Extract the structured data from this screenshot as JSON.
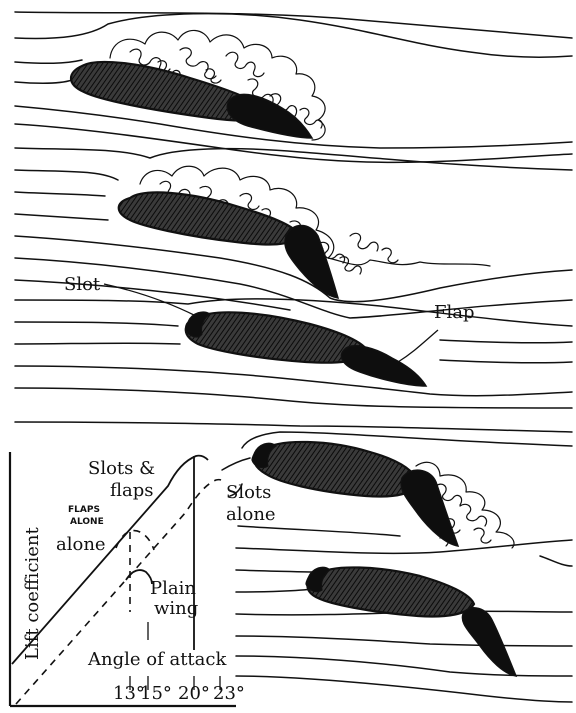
{
  "labels": {
    "slot": "Slot",
    "flap": "Flap",
    "slots_and_flaps_1": "Slots &",
    "slots_and_flaps_2": "flaps",
    "slots_alone_1": "Slots",
    "slots_alone_2": "alone",
    "flaps_alone_1": "FLAPS",
    "flaps_alone_2": "ALONE",
    "flaps_alone_3": "alone",
    "plain_wing_1": "Plain",
    "plain_wing_2": "wing",
    "ylabel": "Lift coefficient",
    "xlabel": "Angle of attack"
  },
  "chart_data": {
    "type": "line",
    "xlabel": "Angle of attack",
    "ylabel": "Lift coefficient",
    "x_ticks": [
      "13°",
      "15°",
      "20°",
      "23°"
    ],
    "series": [
      {
        "name": "Slots & flaps",
        "style": "solid",
        "stall_angle": "20°"
      },
      {
        "name": "Slots alone",
        "style": "dashed",
        "stall_angle": "23°"
      },
      {
        "name": "Flaps alone",
        "style": "dashed",
        "stall_angle": "13°"
      },
      {
        "name": "Plain wing",
        "style": "solid",
        "stall_angle": "15°"
      }
    ]
  }
}
